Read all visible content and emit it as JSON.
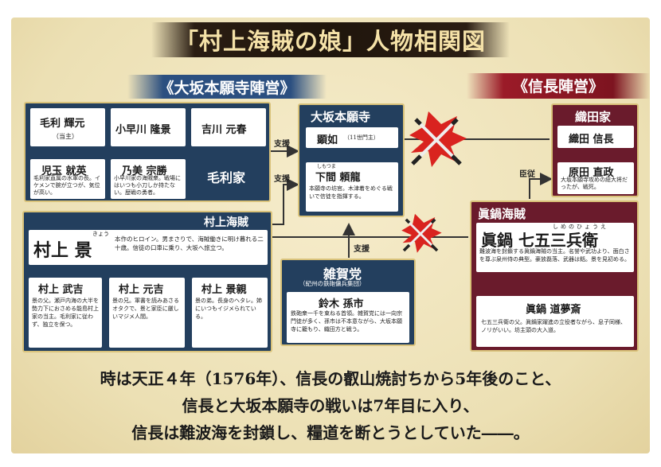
{
  "title": "「村上海賊の娘」人物相関図",
  "camps": {
    "left": "《大坂本願寺陣営》",
    "right": "《信長陣営》"
  },
  "support_label": "支援",
  "vassal_label": "臣従",
  "mori": {
    "header": "毛利家",
    "terumoto": {
      "name": "毛利 輝元",
      "sub": "（当主）"
    },
    "takakage": {
      "name": "小早川 隆景"
    },
    "motoharu": {
      "name": "吉川 元春"
    },
    "narihide": {
      "name": "児玉 就英",
      "desc": "毛利家直属の水軍の長。イケメンで腕が立つが、気位が高い。"
    },
    "munekatsu": {
      "name": "乃美 宗勝",
      "desc": "小早川家の海賊衆。戦場にはいつも小刀しか持たない。歴戦の勇者。"
    }
  },
  "honganji": {
    "header": "大坂本願寺",
    "kennyo": {
      "name": "顕如",
      "sub": "（11世門主）"
    },
    "rairyu": {
      "name": "下間 頼龍",
      "ruby": "しもつま",
      "desc": "本願寺の坊官。木津着をめぐる戦いで信徒を指揮する。"
    }
  },
  "murakami": {
    "header": "村上海賊",
    "kyo": {
      "name": "村上 景",
      "ruby": "きょう",
      "desc": "本作のヒロイン。男まさりで、海賊働きに明け暮れる二十歳。信徒の口車に乗り、大坂へ旅立つ。"
    },
    "takeyoshi": {
      "name": "村上 武吉",
      "desc": "景の父。瀬戸内海の大半を勢力下におさめる能島村上家の当主。毛利家に従わず、独立を保つ。"
    },
    "motoyoshi": {
      "name": "村上 元吉",
      "desc": "景の兄。軍書を読みあさるオタクで、景と家臣に厳しいマジメ人間。"
    },
    "kagechika": {
      "name": "村上 景親",
      "desc": "景の弟。長身のヘタレ。姉にいつもイジメられている。"
    }
  },
  "saika": {
    "header": "雑賀党",
    "sub": "（紀州の鉄砲傭兵集団）",
    "magoichi": {
      "name": "鈴木 孫市",
      "desc": "鉄砲衆一千を束ねる首領。雑賀党には一向宗門徒が多く、孫市は不本意ながら、大坂本願寺に籠もり、織田方と戦う。"
    }
  },
  "oda": {
    "header": "織田家",
    "nobunaga": {
      "name": "織田 信長"
    },
    "naomasa": {
      "name": "原田 直政",
      "desc": "大坂本願寺攻めの総大将だったが、戦死。"
    }
  },
  "manabe": {
    "header": "眞鍋海賊",
    "shichigoro": {
      "name": "眞鍋 七五三兵衛",
      "ruby": "しめのひょうえ",
      "desc": "難波海を封鎖する眞鍋海賊の当主。名誉や武功より、面白さを尊ぶ泉州侍の典型。豪放磊落、武器は銛。景を見初める。"
    },
    "domusai": {
      "name": "眞鍋 道夢斎",
      "desc": "七五三兵衛の父。眞鍋家躍進の立役者ながら、息子同様、ノリがいい。坊主頭の大入道。"
    }
  },
  "bottom": {
    "line1": "時は天正４年（1576年）、信長の叡山焼討ちから5年後のこと、",
    "line2": "信長と大坂本願寺の戦いは7年目に入り、",
    "line3": "信長は難波海を封鎖し、糧道を断とうとしていた――。"
  },
  "colors": {
    "navy": "#233f5e",
    "maroon": "#6a1b2c",
    "gold": "#d9c27a",
    "parchment": "#f1e6c1"
  }
}
